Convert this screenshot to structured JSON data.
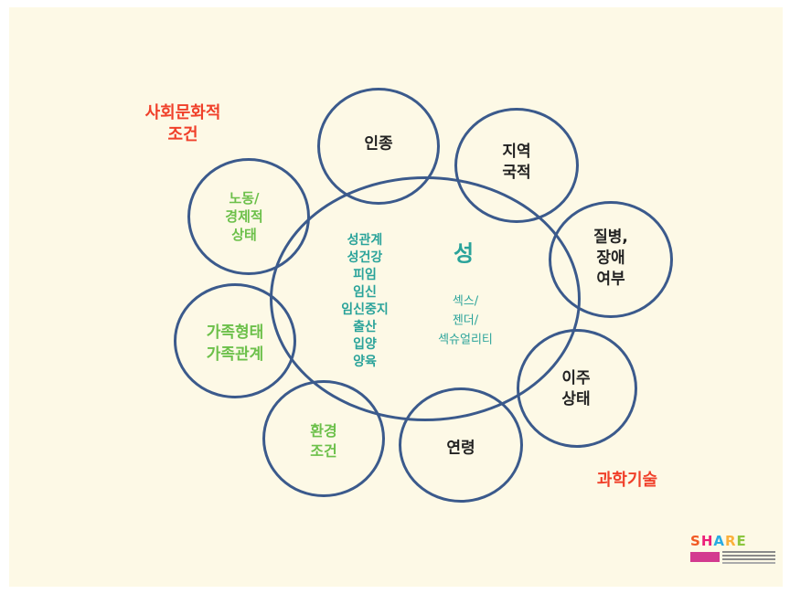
{
  "center": {
    "title": "성",
    "left_list": "성관계\n성건강\n피임\n임신\n임신중지\n출산\n입양\n양육",
    "right_list": "섹스/\n젠더/\n섹슈얼리티"
  },
  "satellites": {
    "race": "인종",
    "region": "지역\n국적",
    "disability": "질병,\n장애\n여부",
    "migration": "이주\n상태",
    "age": "연령",
    "environment": "환경\n조건",
    "family": "가족형태\n가족관계",
    "labor": "노동/\n경제적\n상태"
  },
  "corner_labels": {
    "sociocultural": "사회문화적\n조건",
    "science": "과학기술"
  },
  "logo": {
    "letters": [
      "S",
      "H",
      "A",
      "R",
      "E"
    ],
    "colors": [
      "#f15a24",
      "#ec1e79",
      "#29abe2",
      "#fbb03b",
      "#8cc63f"
    ]
  },
  "colors": {
    "ring": "#3b5a8c",
    "background": "#fdf9e6",
    "teal": "#2aa39a",
    "green": "#6cc04a",
    "red": "#f0402a"
  }
}
